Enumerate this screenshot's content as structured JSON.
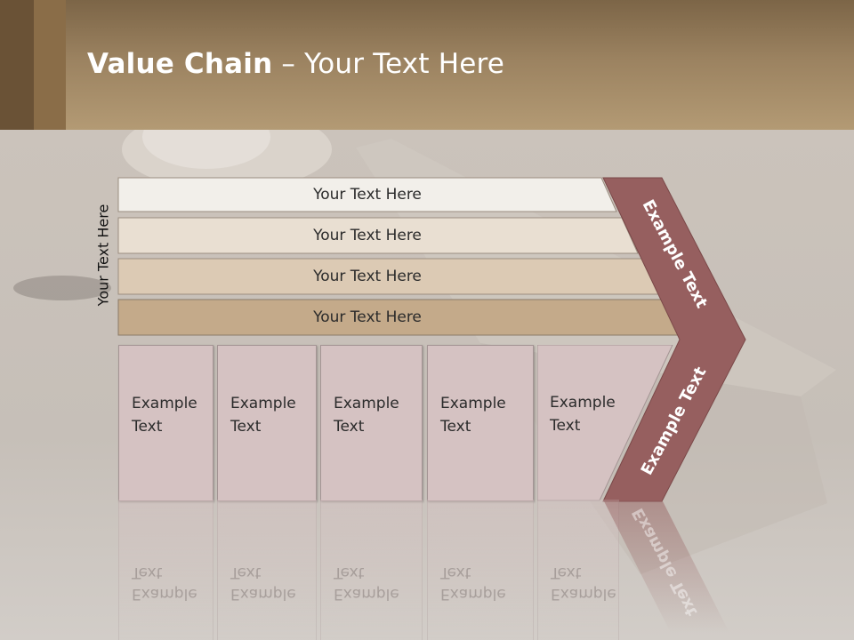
{
  "slide": {
    "title_bold": "Value Chain",
    "title_rest": " – Your Text Here"
  },
  "vertical_label": "Your Text Here",
  "bars": [
    {
      "label": "Your Text Here",
      "color": "#f2efea"
    },
    {
      "label": "Your Text Here",
      "color": "#e9dfd2"
    },
    {
      "label": "Your Text Here",
      "color": "#dccab4"
    },
    {
      "label": "Your Text Here",
      "color": "#c4aa8a"
    }
  ],
  "boxes": [
    {
      "label": "Example\nText"
    },
    {
      "label": "Example\nText"
    },
    {
      "label": "Example\nText"
    },
    {
      "label": "Example\nText"
    },
    {
      "label": "Example\nText"
    }
  ],
  "chevron": {
    "upper_label": "Example Text",
    "lower_label": "Example Text",
    "color": "#965f5f"
  }
}
